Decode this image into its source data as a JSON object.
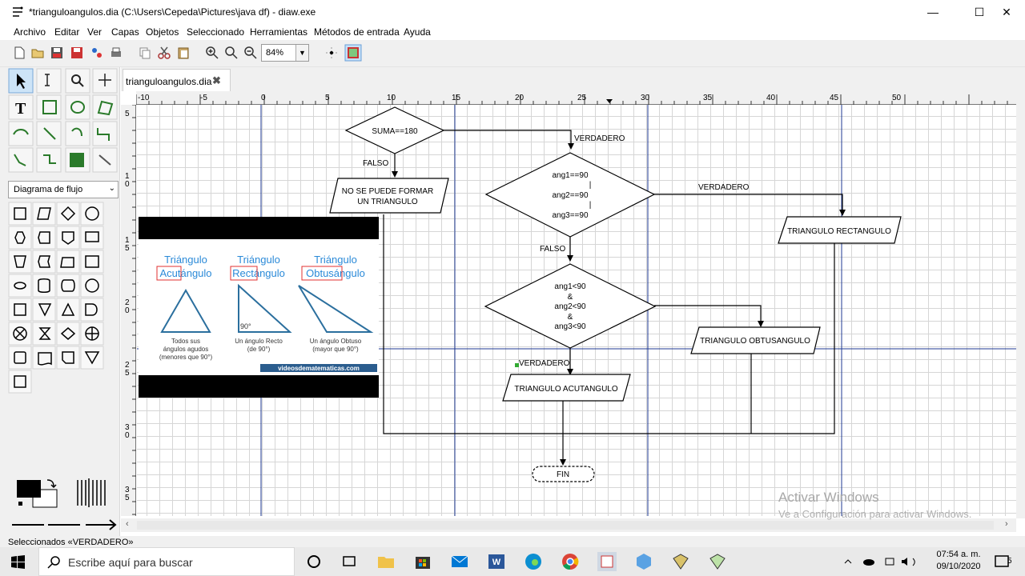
{
  "window": {
    "title": "*trianguloangulos.dia (C:\\Users\\Cepeda\\Pictures\\java df) - diaw.exe",
    "minimize": "—",
    "maximize": "☐",
    "close": "✕"
  },
  "menu": [
    "Archivo",
    "Editar",
    "Ver",
    "Capas",
    "Objetos",
    "Seleccionado",
    "Herramientas",
    "Métodos de entrada",
    "Ayuda"
  ],
  "toolbar": {
    "zoom_value": "84%",
    "icons": [
      "new-icon",
      "open-icon",
      "save-icon",
      "save-as-icon",
      "export-icon",
      "print-icon",
      "copy-icon",
      "cut-icon",
      "paste-icon",
      "zoom-in-icon",
      "zoom-fit-icon",
      "zoom-out-icon",
      "snap-grid-icon",
      "snap-object-icon"
    ]
  },
  "sheet_selector": "Diagrama de flujo",
  "tab": {
    "label": "trianguloangulos.dia",
    "close": "✖"
  },
  "ruler": {
    "h_labels": [
      "-10",
      "-5",
      "0",
      "5",
      "10",
      "15",
      "20",
      "25",
      "30",
      "35",
      "40",
      "45",
      "50"
    ],
    "v_labels": [
      "5",
      "1\n0",
      "1\n5",
      "2\n0",
      "2\n5",
      "3\n0",
      "3\n5"
    ]
  },
  "flowchart": {
    "d_suma": "SUMA==180",
    "d_ang90": [
      "ang1==90",
      "|",
      "ang2==90",
      "|",
      "ang3==90"
    ],
    "d_ang_lt": [
      "ang1<90",
      "&",
      "ang2<90",
      "&",
      "ang3<90"
    ],
    "p_no_se": [
      "NO SE PUEDE FORMAR",
      "UN TRIANGULO"
    ],
    "p_rect": "TRIANGULO RECTANGULO",
    "p_obtus": "TRIANGULO OBTUSANGULO",
    "p_acut": "TRIANGULO ACUTANGULO",
    "t_fin": "FIN",
    "lbl_verdadero": "VERDADERO",
    "lbl_falso": "FALSO"
  },
  "embedded_image": {
    "tri1": [
      "Triángulo",
      "Acutángulo"
    ],
    "tri2": [
      "Triángulo",
      "Rectángulo"
    ],
    "tri3": [
      "Triángulo",
      "Obtusángulo"
    ],
    "cap1": [
      "Todos sus",
      "ángulos agudos",
      "(menores que 90°)"
    ],
    "cap2": [
      "Un ángulo Recto",
      "(de 90°)"
    ],
    "cap3": [
      "Un ángulo Obtuso",
      "(mayor que 90°)"
    ],
    "deg": "90°",
    "site": "videosdematematicas.com"
  },
  "watermark": {
    "line1": "Activar Windows",
    "line2": "Ve a Configuración para activar Windows."
  },
  "status": "Seleccionados «VERDADERO»",
  "taskbar": {
    "search_placeholder": "Escribe aquí para buscar",
    "time": "07:54 a. m.",
    "date": "09/10/2020",
    "notifications": "5"
  },
  "colors": {
    "accent": "#1a73e8",
    "diagram_line": "#000000",
    "guide": "#1f3a93",
    "taskbar": "#e9e9e9"
  }
}
